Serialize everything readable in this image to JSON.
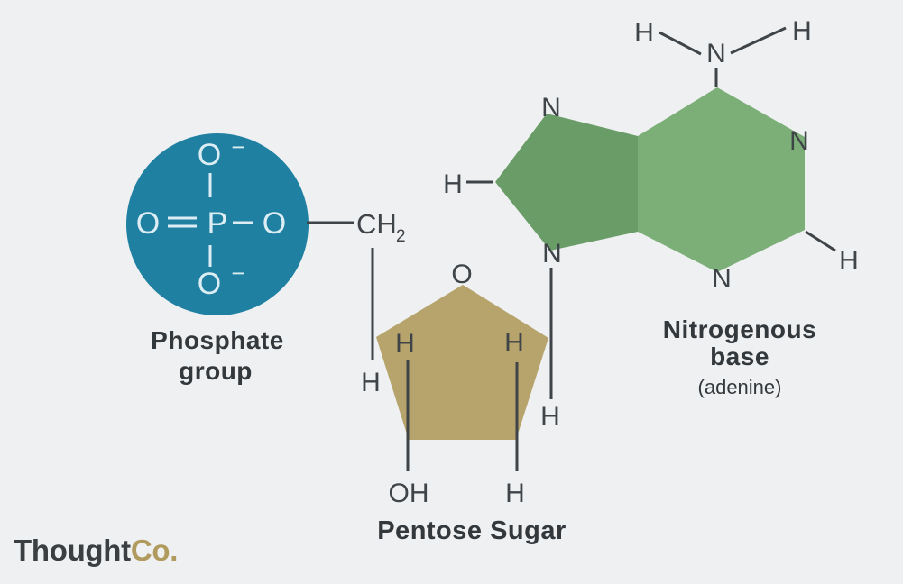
{
  "colors": {
    "background": "#eef0f1",
    "phosphate_circle": "#1f80a2",
    "phosphate_ink": "#ddedf4",
    "sugar_fill": "#b7a46c",
    "base_pentagon_fill": "#6a9c67",
    "base_hexagon_fill": "#7cae78",
    "bond": "#3f4449",
    "label": "#33383d",
    "logo_text": "#3b3f42",
    "logo_accent": "#b09a5e"
  },
  "phosphate": {
    "title_line1": "Phosphate",
    "title_line2": "group",
    "atom_top": "O",
    "charge_top": "−",
    "atom_left": "O",
    "atom_center": "P",
    "atom_right": "O",
    "atom_bottom": "O",
    "charge_bottom": "−"
  },
  "linker": {
    "carbon": "CH",
    "carbon_subscript": "2",
    "hydrogen": "H"
  },
  "sugar": {
    "title": "Pentose Sugar",
    "atom_oxygen": "O",
    "h_inner_left": "H",
    "h_inner_right": "H",
    "oh_bottom_left": "OH",
    "h_bottom_right": "H"
  },
  "base": {
    "title_line1": "Nitrogenous",
    "title_line2": "base",
    "subtitle": "(adenine)",
    "n_amino": "N",
    "h_amino_left": "H",
    "h_amino_right": "H",
    "n_ring_top_left": "N",
    "n_ring_bottom_left": "N",
    "h_ring_left": "H",
    "n_ring_right": "N",
    "n_ring_bottom": "N",
    "h_ring_right": "H",
    "h_glycosidic": "H"
  },
  "logo": {
    "part1": "Thought",
    "part2": "Co."
  }
}
